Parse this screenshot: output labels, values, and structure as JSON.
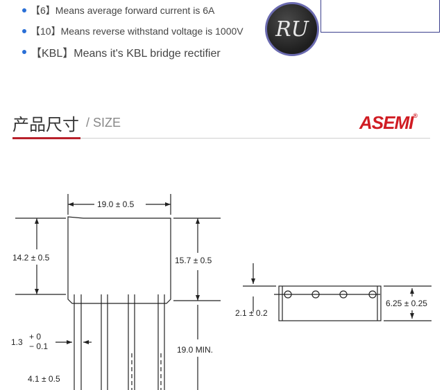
{
  "bullets": [
    "【6】Means average forward current is 6A",
    "【10】Means reverse withstand voltage is 1000V",
    "【KBL】Means it's KBL bridge rectifier"
  ],
  "badge_text": "RU",
  "section": {
    "title_cn": "产品尺寸",
    "title_en": "/ SIZE"
  },
  "logo": {
    "text": "ASEMI",
    "mark": "®"
  },
  "colors": {
    "accent_red": "#b8202a",
    "bullet_blue": "#2a6fd6",
    "logo_red": "#d01c23"
  },
  "dims": {
    "width": "19.0 ± 0.5",
    "height_body": "14.2 ± 0.5",
    "height_total": "15.7 ± 0.5",
    "lead_length": "19.0 MIN.",
    "lead_width": "1.3",
    "lead_tol_plus": "+ 0",
    "lead_tol_minus": "− 0.1",
    "pitch": "4.1 ± 0.5",
    "side_thickness": "2.1 ± 0.2",
    "side_depth": "6.25 ± 0.25"
  }
}
